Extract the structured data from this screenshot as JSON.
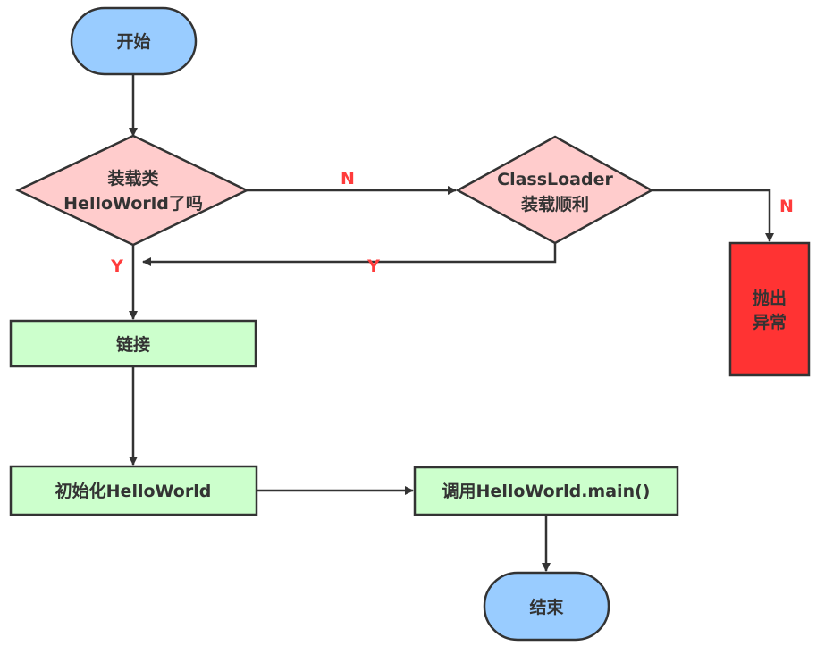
{
  "nodes": {
    "start": {
      "label": "开始"
    },
    "check_loaded": {
      "line1": "装载类",
      "line2": "HelloWorld了吗"
    },
    "classloader": {
      "line1": "ClassLoader",
      "line2": "装载顺利"
    },
    "throw_exception": {
      "line1": "抛出",
      "line2": "异常"
    },
    "link": {
      "label": "链接"
    },
    "init": {
      "label": "初始化HelloWorld"
    },
    "call_main": {
      "label": "调用HelloWorld.main()"
    },
    "end": {
      "label": "结束"
    }
  },
  "edge_labels": {
    "check_no": "N",
    "check_yes": "Y",
    "loader_yes": "Y",
    "loader_no": "N"
  },
  "colors": {
    "terminal_fill": "#99ccff",
    "decision_fill": "#ffcccc",
    "process_fill": "#ccffcc",
    "error_fill": "#ff3333",
    "stroke": "#333333",
    "label_red": "#ff3b3b"
  }
}
